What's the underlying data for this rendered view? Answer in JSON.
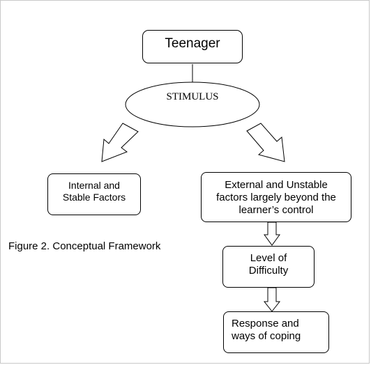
{
  "diagram": {
    "top_node": "Teenager",
    "stimulus": "STIMULUS",
    "left_box": [
      "Internal and",
      "Stable Factors"
    ],
    "right_box": [
      "External and Unstable",
      "factors largely beyond the",
      "learner’s control"
    ],
    "difficulty_box": [
      "Level of",
      "Difficulty"
    ],
    "response_box": [
      "Response and",
      "ways of coping"
    ],
    "caption": "Figure 2. Conceptual Framework"
  }
}
